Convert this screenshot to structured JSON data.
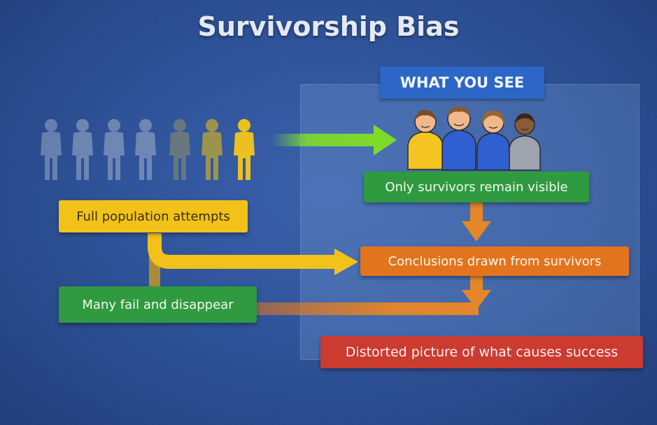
{
  "title": "Survivorship Bias",
  "see_label": "WHAT YOU SEE",
  "boxes": {
    "only_survivors": "Only survivors remain visible",
    "full_population": "Full population attempts",
    "conclusions": "Conclusions drawn from survivors",
    "many_fail": "Many fail and disappear",
    "distorted": "Distorted picture of what causes success"
  },
  "colors": {
    "background": "#234a94",
    "green": "#2f9a3f",
    "yellow": "#f2c21b",
    "orange": "#e2741e",
    "red": "#cb3b30",
    "badge_blue": "#2c66c6",
    "arrow_green": "#7fdb2a"
  },
  "icons": {
    "population": "person-silhouette-icon",
    "survivors": "person-portrait-icon"
  }
}
